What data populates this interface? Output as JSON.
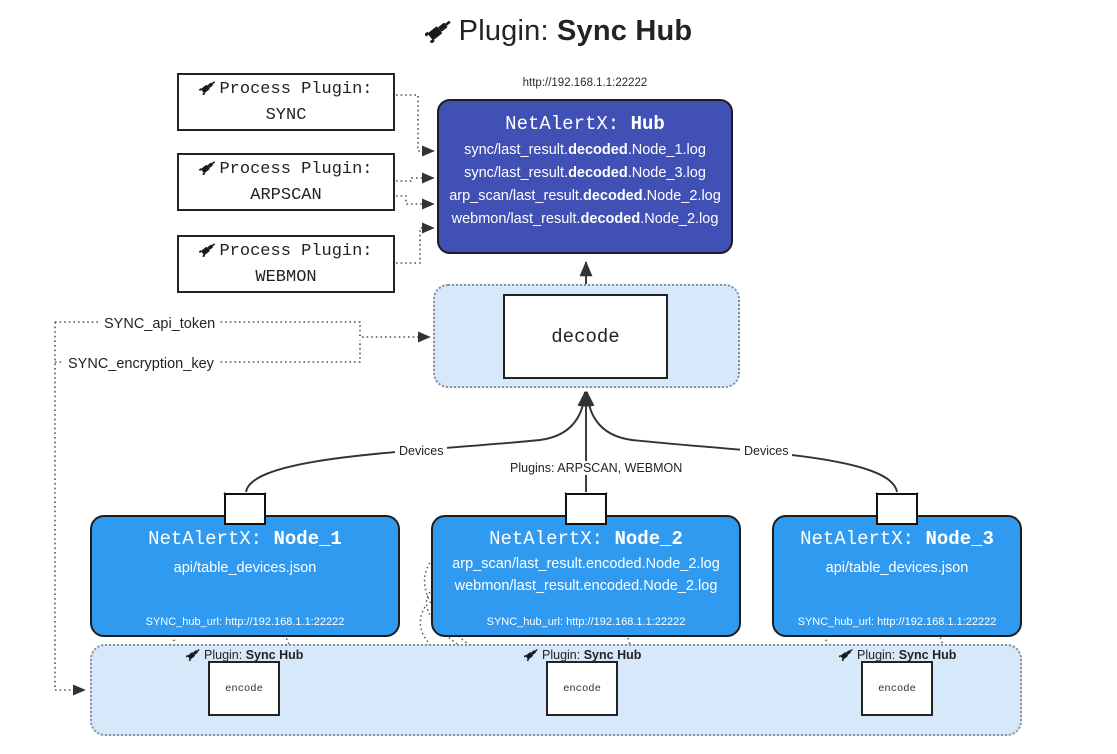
{
  "title": {
    "prefix": "Plugin:",
    "name": "Sync Hub",
    "icon": "plug-icon"
  },
  "hub_url": "http://192.168.1.1:22222",
  "process_plugins": [
    {
      "line1": "Process Plugin:",
      "line2": "SYNC",
      "icon": "plug-icon"
    },
    {
      "line1": "Process Plugin:",
      "line2": "ARPSCAN",
      "icon": "plug-icon"
    },
    {
      "line1": "Process Plugin:",
      "line2": "WEBMON",
      "icon": "plug-icon"
    }
  ],
  "hub": {
    "title_prefix": "NetAlertX:",
    "title_name": "Hub",
    "lines": [
      {
        "pre": "sync/last_result.",
        "b": "decoded",
        "post": ".Node_1.log"
      },
      {
        "pre": "sync/last_result.",
        "b": "decoded",
        "post": ".Node_3.log"
      },
      {
        "pre": "arp_scan/last_result.",
        "b": "decoded",
        "post": ".Node_2.log"
      },
      {
        "pre": "webmon/last_result.",
        "b": "decoded",
        "post": ".Node_2.log"
      }
    ]
  },
  "decode": {
    "label": "decode"
  },
  "edge_labels": {
    "api_token": "SYNC_api_token",
    "encryption_key": "SYNC_encryption_key",
    "devices_left": "Devices",
    "devices_right": "Devices",
    "plugins": "Plugins: ARPSCAN, WEBMON"
  },
  "nodes": [
    {
      "title_prefix": "NetAlertX:",
      "title_name": "Node_1",
      "lines": [
        "api/table_devices.json"
      ],
      "footer": "SYNC_hub_url: http://192.168.1.1:22222",
      "envelope_icon": "envelope-icon"
    },
    {
      "title_prefix": "NetAlertX:",
      "title_name": "Node_2",
      "lines": [
        "arp_scan/last_result.encoded.Node_2.log",
        "webmon/last_result.encoded.Node_2.log"
      ],
      "footer": "SYNC_hub_url: http://192.168.1.1:22222",
      "envelope_icon": "envelope-icon"
    },
    {
      "title_prefix": "NetAlertX:",
      "title_name": "Node_3",
      "lines": [
        "api/table_devices.json"
      ],
      "footer": "SYNC_hub_url: http://192.168.1.1:22222",
      "envelope_icon": "envelope-icon"
    }
  ],
  "encoders": [
    {
      "caption_prefix": "Plugin:",
      "caption_name": "Sync Hub",
      "label": "encode",
      "icon": "plug-icon"
    },
    {
      "caption_prefix": "Plugin:",
      "caption_name": "Sync Hub",
      "label": "encode",
      "icon": "plug-icon"
    },
    {
      "caption_prefix": "Plugin:",
      "caption_name": "Sync Hub",
      "label": "encode",
      "icon": "plug-icon"
    }
  ],
  "colors": {
    "hub_fill": "#4050b5",
    "node_fill": "#2f9aef",
    "container_fill": "#d6e8fa",
    "stroke": "#232323"
  }
}
